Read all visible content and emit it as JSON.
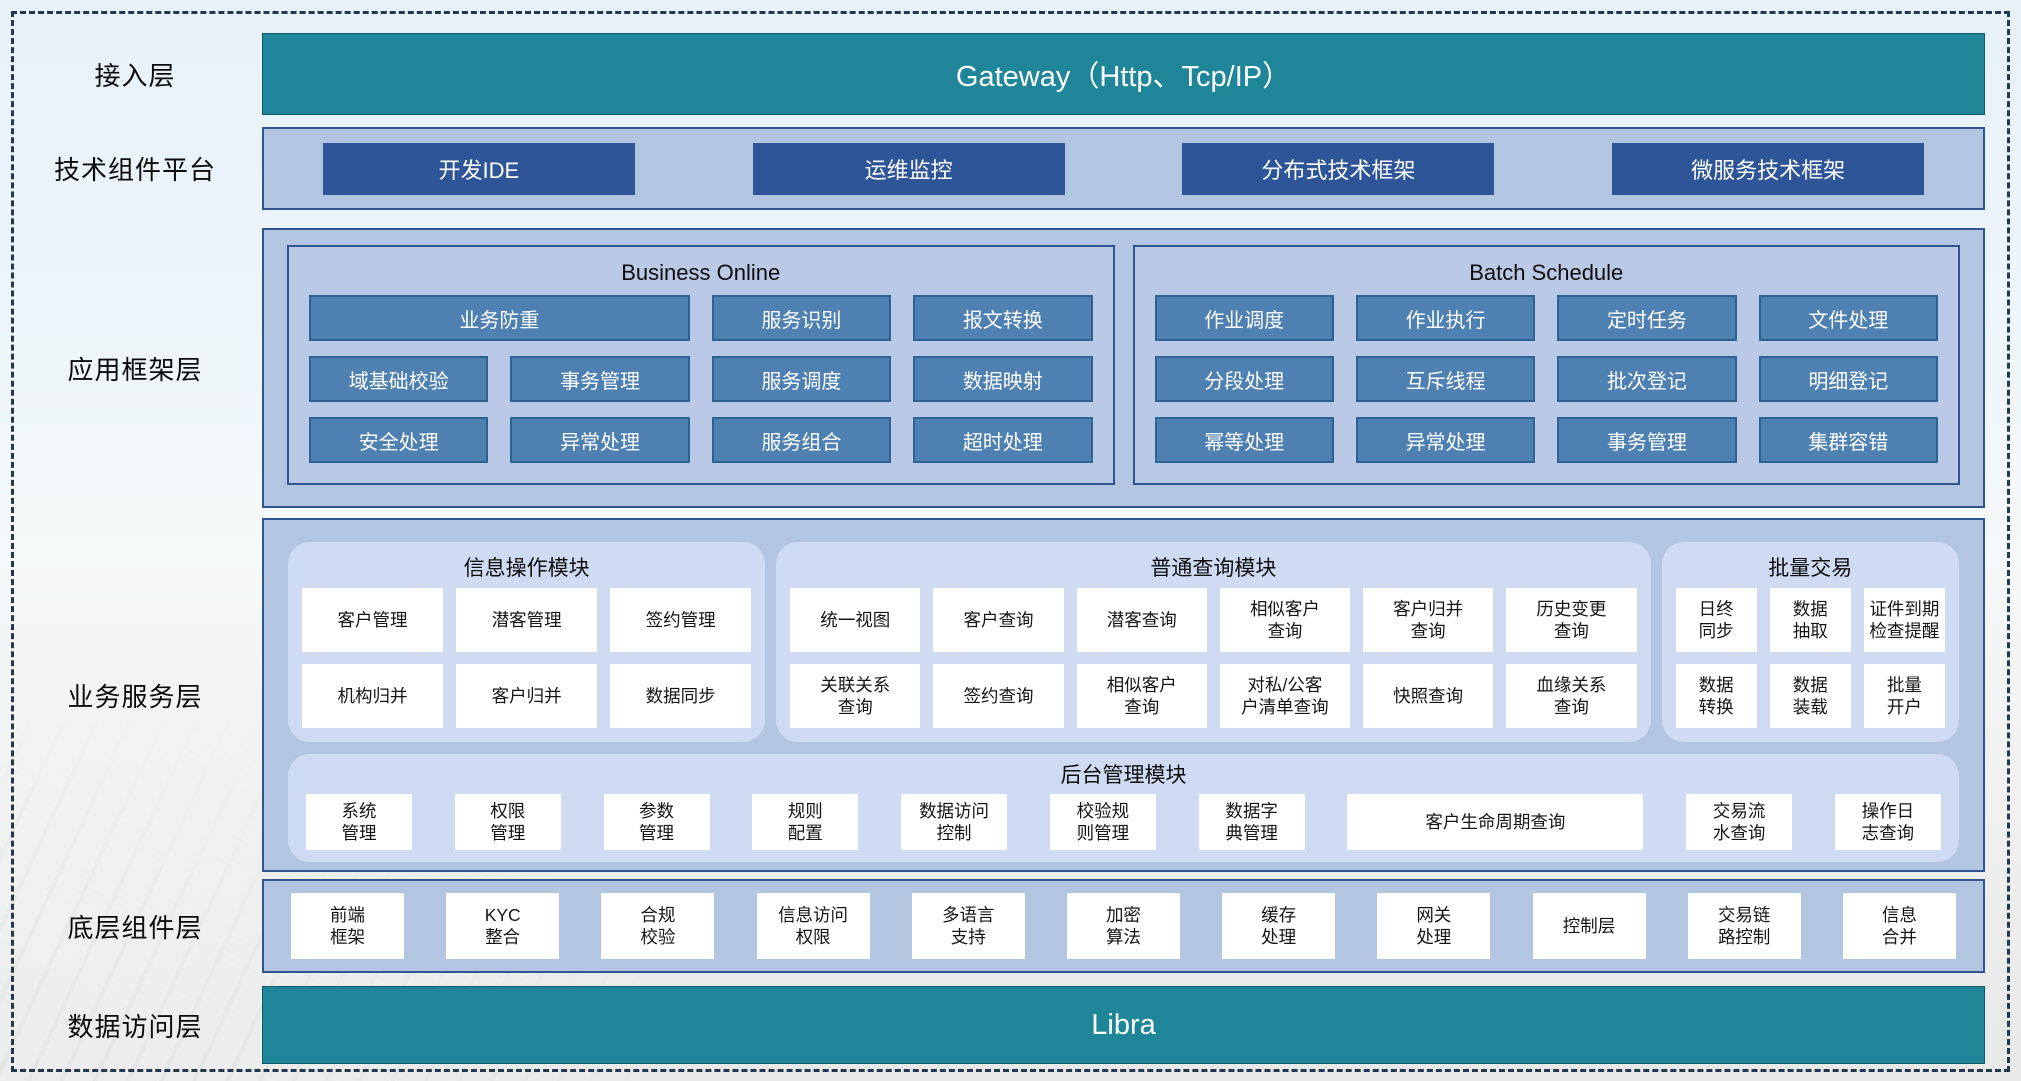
{
  "colors": {
    "teal": "#1e8698",
    "dark_blue": "#2e5597",
    "steel_blue": "#4e81b1",
    "layer_bg": "#b2c5e1",
    "panel_bg": "#bac9e6",
    "module_bg": "#cfdbf2"
  },
  "layers": {
    "access": {
      "label": "接入层",
      "gateway": "Gateway（Http、Tcp/IP）"
    },
    "tech": {
      "label": "技术组件平台",
      "items": [
        "开发IDE",
        "运维监控",
        "分布式技术框架",
        "微服务技术框架"
      ]
    },
    "app_framework": {
      "label": "应用框架层",
      "panels": [
        {
          "title": "Business Online",
          "buttons": [
            {
              "label": "业务防重",
              "span": 2
            },
            {
              "label": "服务识别"
            },
            {
              "label": "报文转换"
            },
            {
              "label": "域基础校验"
            },
            {
              "label": "事务管理"
            },
            {
              "label": "服务调度"
            },
            {
              "label": "数据映射"
            },
            {
              "label": "安全处理"
            },
            {
              "label": "异常处理"
            },
            {
              "label": "服务组合"
            },
            {
              "label": "超时处理"
            }
          ]
        },
        {
          "title": "Batch Schedule",
          "buttons": [
            {
              "label": "作业调度"
            },
            {
              "label": "作业执行"
            },
            {
              "label": "定时任务"
            },
            {
              "label": "文件处理"
            },
            {
              "label": "分段处理"
            },
            {
              "label": "互斥线程"
            },
            {
              "label": "批次登记"
            },
            {
              "label": "明细登记"
            },
            {
              "label": "幂等处理"
            },
            {
              "label": "异常处理"
            },
            {
              "label": "事务管理"
            },
            {
              "label": "集群容错"
            }
          ]
        }
      ]
    },
    "business_services": {
      "label": "业务服务层",
      "modules": [
        {
          "title": "信息操作模块",
          "items": [
            "客户管理",
            "潜客管理",
            "签约管理",
            "机构归并",
            "客户归并",
            "数据同步"
          ]
        },
        {
          "title": "普通查询模块",
          "items": [
            "统一视图",
            "客户查询",
            "潜客查询",
            "相似客户\n查询",
            "客户归并\n查询",
            "历史变更\n查询",
            "关联关系\n查询",
            "签约查询",
            "相似客户\n查询",
            "对私/公客\n户清单查询",
            "快照查询",
            "血缘关系\n查询"
          ]
        },
        {
          "title": "批量交易",
          "items": [
            "日终\n同步",
            "数据\n抽取",
            "证件到期\n检查提醒",
            "数据\n转换",
            "数据\n装载",
            "批量\n开户"
          ]
        }
      ],
      "admin_module": {
        "title": "后台管理模块",
        "items": [
          {
            "label": "系统\n管理"
          },
          {
            "label": "权限\n管理"
          },
          {
            "label": "参数\n管理"
          },
          {
            "label": "规则\n配置"
          },
          {
            "label": "数据访问\n控制"
          },
          {
            "label": "校验规\n则管理"
          },
          {
            "label": "数据字\n典管理"
          },
          {
            "label": "客户生命周期查询",
            "wide": true
          },
          {
            "label": "交易流\n水查询"
          },
          {
            "label": "操作日\n志查询"
          }
        ]
      }
    },
    "base_components": {
      "label": "底层组件层",
      "items": [
        "前端\n框架",
        "KYC\n整合",
        "合规\n校验",
        "信息访问\n权限",
        "多语言\n支持",
        "加密\n算法",
        "缓存\n处理",
        "网关\n处理",
        "控制层",
        "交易链\n路控制",
        "信息\n合并"
      ]
    },
    "data_access": {
      "label": "数据访问层",
      "bar": "Libra"
    }
  }
}
